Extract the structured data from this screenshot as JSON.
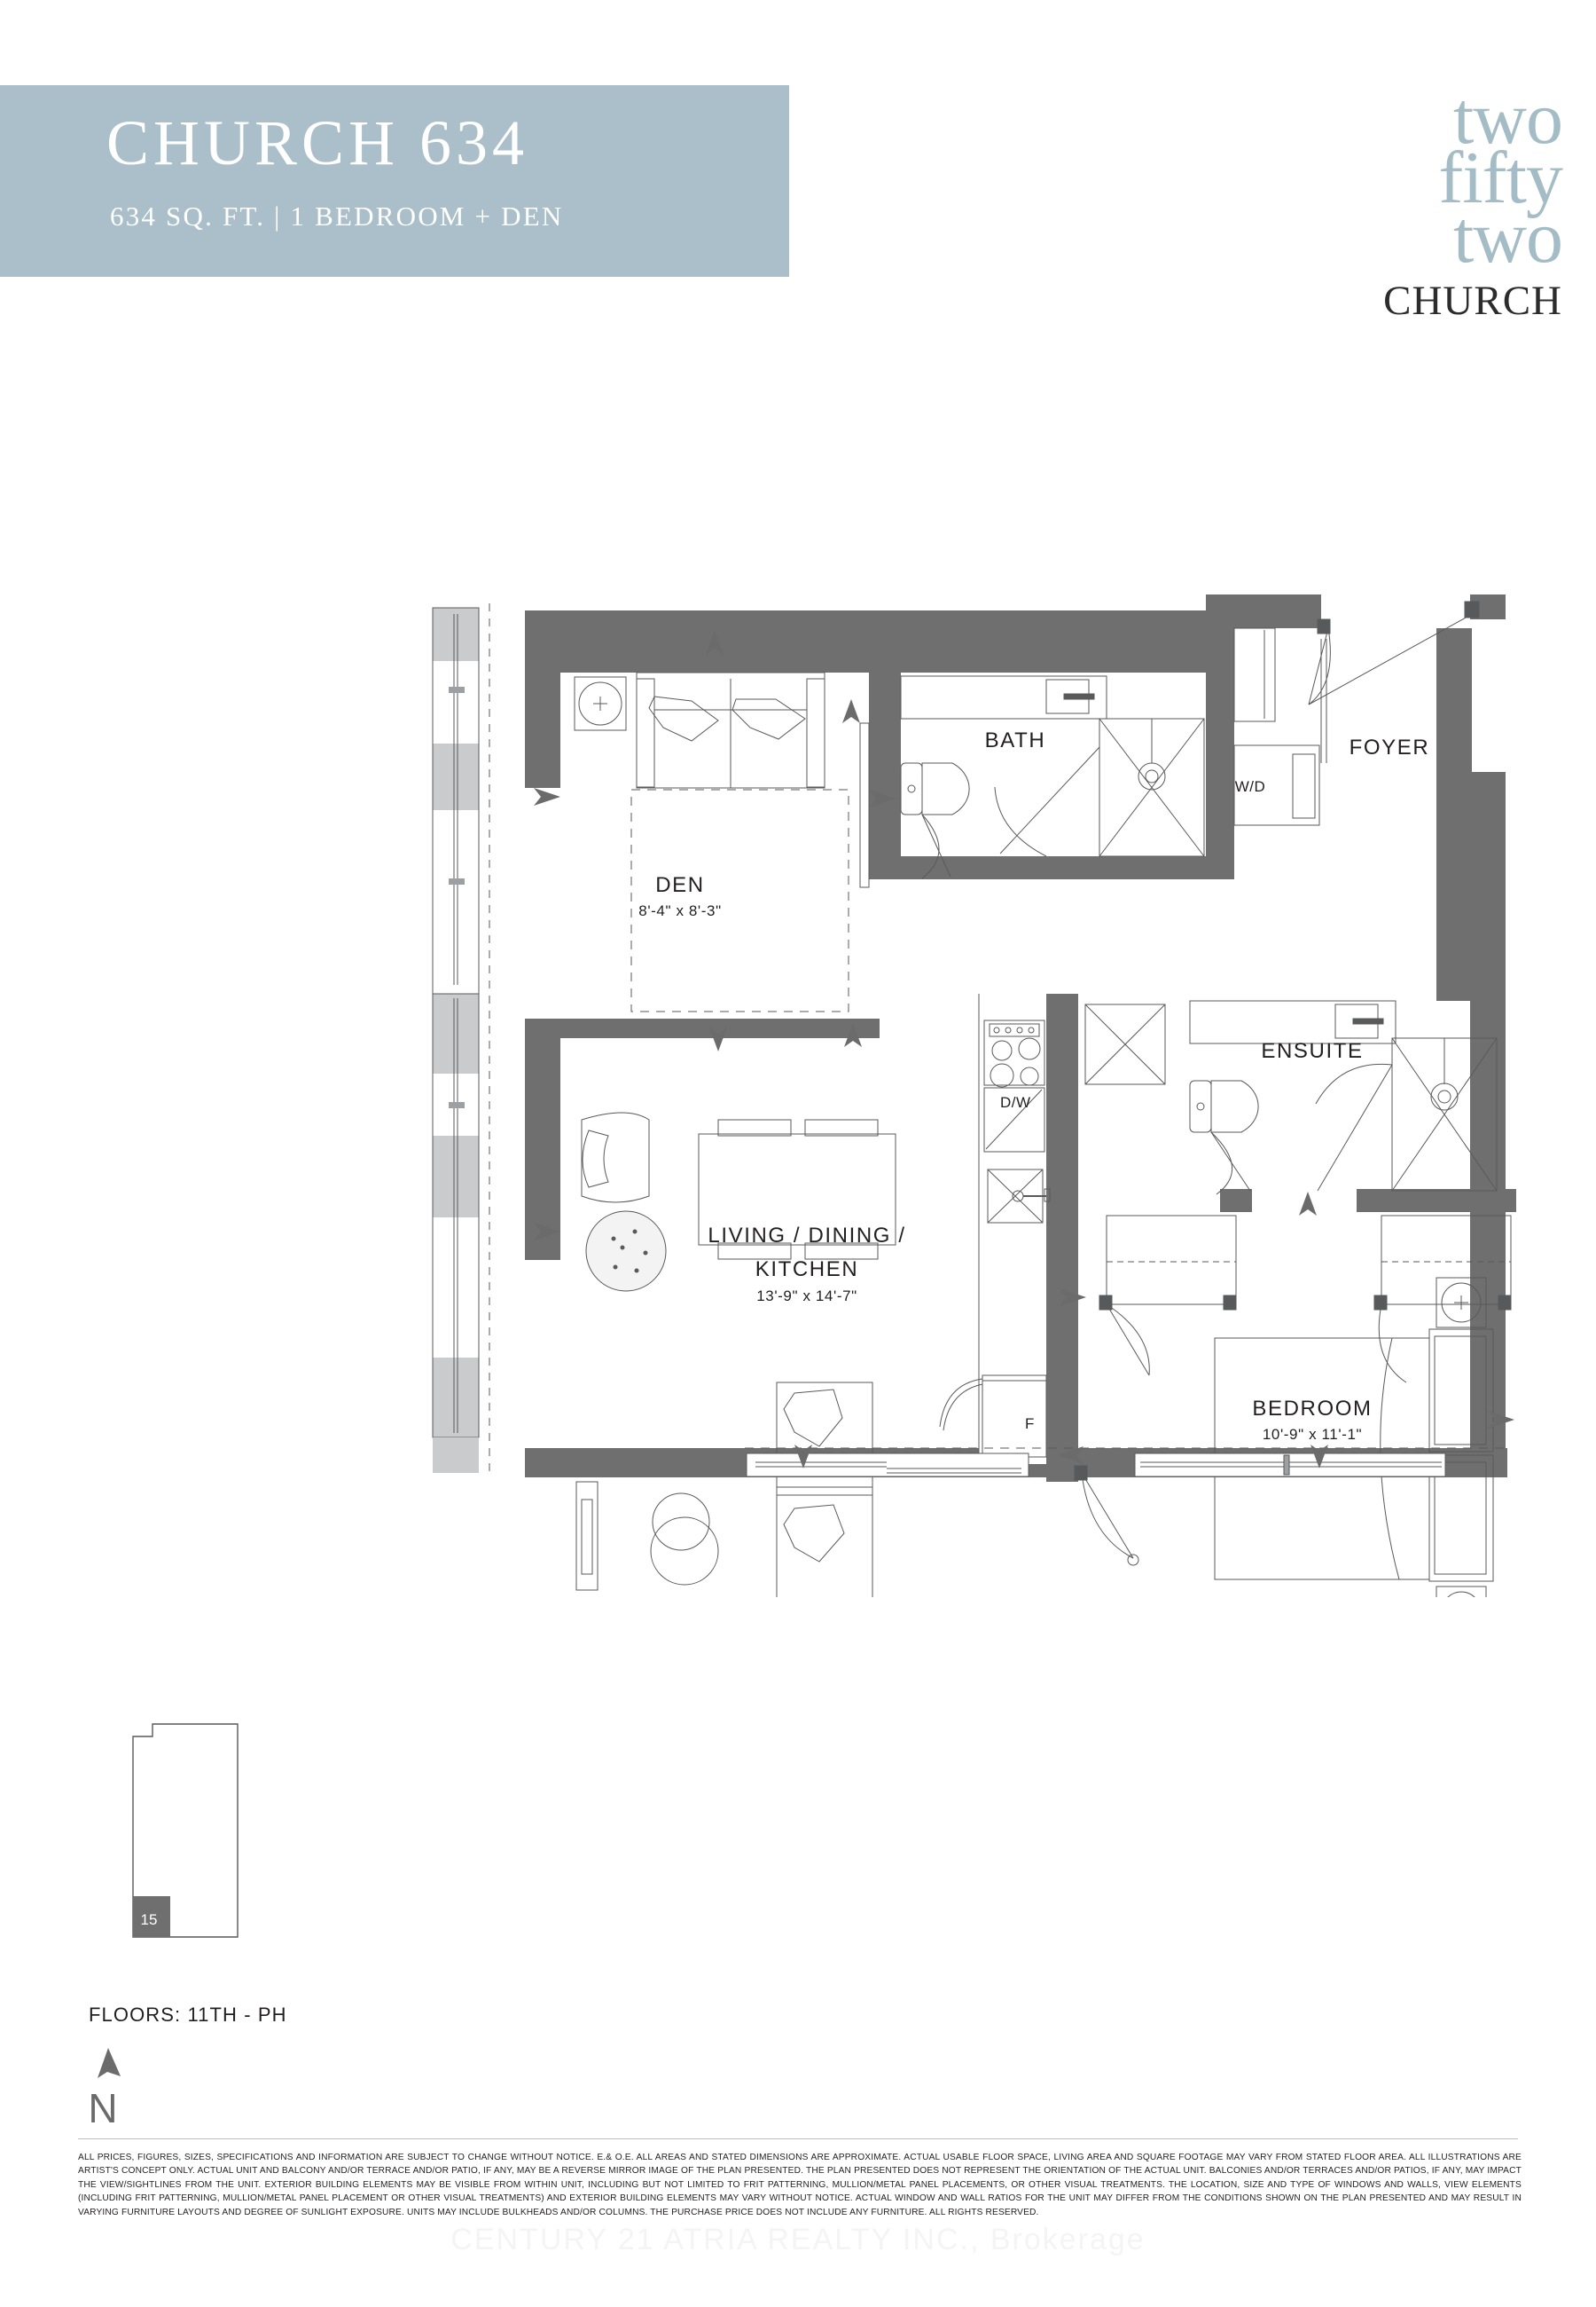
{
  "header": {
    "unit_title": "CHURCH 634",
    "unit_subtitle": "634 SQ. FT.  |  1 BEDROOM + DEN",
    "band_color": "#aabfc9"
  },
  "logo": {
    "line1": "two",
    "line2": "fifty",
    "line3": "two",
    "line4": "CHURCH",
    "color": "#a4bcc6",
    "church_color": "#2d2c2c"
  },
  "floorplan": {
    "wall_color": "#706f6f",
    "line_color": "#58595b",
    "rooms": [
      {
        "name": "DEN",
        "dimensions": "8'-4\" x 8'-3\""
      },
      {
        "name": "BATH",
        "dimensions": ""
      },
      {
        "name": "FOYER",
        "dimensions": ""
      },
      {
        "name": "LIVING / DINING /",
        "dimensions": "13'-9\" x 14'-7\""
      },
      {
        "name": "KITCHEN",
        "dimensions": ""
      },
      {
        "name": "ENSUITE",
        "dimensions": ""
      },
      {
        "name": "BEDROOM",
        "dimensions": "10'-9\" x 11'-1\""
      }
    ],
    "appliances": [
      {
        "label": "W/D"
      },
      {
        "label": "D/W"
      },
      {
        "label": "F"
      }
    ]
  },
  "keyplan": {
    "unit_number": "15",
    "floors_label": "FLOORS: 11TH - PH",
    "highlight_color": "#6f6f6f"
  },
  "compass": {
    "letter": "N"
  },
  "footer": {
    "disclaimer": "ALL PRICES, FIGURES, SIZES, SPECIFICATIONS AND INFORMATION ARE SUBJECT TO CHANGE WITHOUT NOTICE. E.& O.E. ALL AREAS AND STATED DIMENSIONS ARE APPROXIMATE. ACTUAL USABLE FLOOR SPACE, LIVING AREA AND SQUARE FOOTAGE MAY VARY FROM STATED FLOOR AREA. ALL ILLUSTRATIONS ARE ARTIST'S CONCEPT ONLY. ACTUAL UNIT AND BALCONY AND/OR TERRACE AND/OR PATIO, IF ANY, MAY BE A REVERSE MIRROR IMAGE OF THE PLAN PRESENTED. THE PLAN PRESENTED DOES NOT REPRESENT THE ORIENTATION OF THE ACTUAL UNIT. BALCONIES AND/OR TERRACES AND/OR PATIOS, IF ANY, MAY IMPACT THE VIEW/SIGHTLINES FROM THE UNIT. EXTERIOR BUILDING ELEMENTS MAY BE VISIBLE FROM WITHIN UNIT, INCLUDING BUT NOT LIMITED TO FRIT PATTERNING, MULLION/METAL PANEL PLACEMENTS, OR OTHER VISUAL TREATMENTS. THE LOCATION, SIZE AND TYPE OF WINDOWS AND WALLS, VIEW ELEMENTS (INCLUDING FRIT PATTERNING, MULLION/METAL PANEL PLACEMENT OR OTHER VISUAL TREATMENTS) AND EXTERIOR BUILDING ELEMENTS MAY VARY WITHOUT NOTICE. ACTUAL WINDOW AND WALL RATIOS FOR THE UNIT MAY DIFFER FROM THE CONDITIONS SHOWN ON THE PLAN PRESENTED AND MAY RESULT IN VARYING FURNITURE LAYOUTS AND DEGREE OF SUNLIGHT EXPOSURE. UNITS MAY INCLUDE BULKHEADS AND/OR COLUMNS. THE PURCHASE PRICE DOES NOT INCLUDE ANY FURNITURE. ALL RIGHTS RESERVED.",
    "watermark": "CENTURY 21 ATRIA REALTY INC., Brokerage"
  }
}
